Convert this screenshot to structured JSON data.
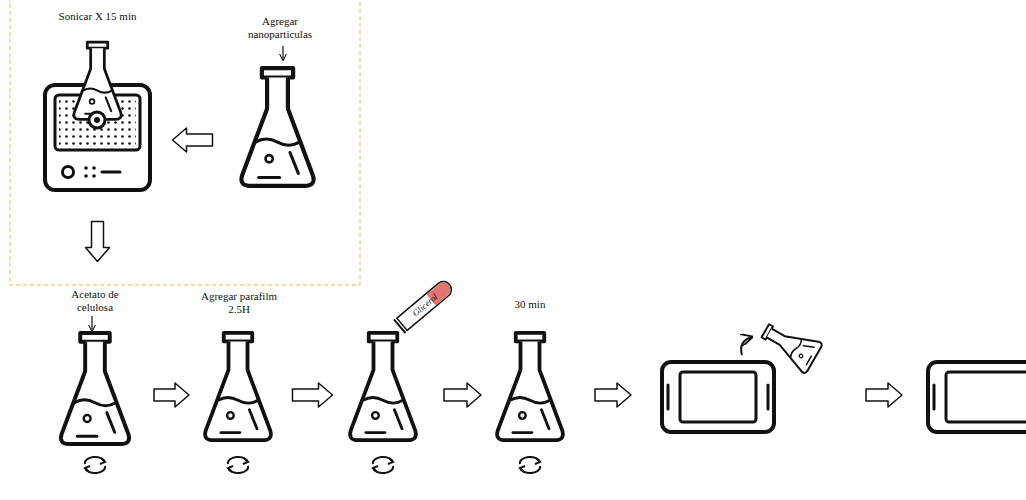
{
  "diagram": {
    "nodes": [
      {
        "text": [
          "Agregar nanoparticulas"
        ]
      },
      {
        "text": [
          "Sonicar X 15 min"
        ]
      },
      {
        "text": [
          "Acetato de celulosa"
        ]
      },
      {
        "text": [
          "Agregar parafilm 2.5H"
        ]
      },
      {
        "text": [
          "Glicerol"
        ]
      },
      {
        "text": [
          "30 min"
        ]
      }
    ],
    "edges": [
      {
        "from": 0,
        "to": 1,
        "arrow": "to"
      },
      {
        "from": 1,
        "to": 2,
        "arrow": "to"
      },
      {
        "from": 2,
        "to": 3,
        "arrow": "to"
      },
      {
        "from": 3,
        "to": 4,
        "arrow": "to"
      },
      {
        "from": 4,
        "to": 5,
        "arrow": "to"
      }
    ]
  }
}
